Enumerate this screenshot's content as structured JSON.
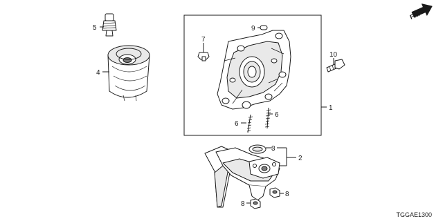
{
  "diagram_code": "TGGAE1300",
  "direction_label": "FR.",
  "callouts": {
    "c1": "1",
    "c2": "2",
    "c3": "3",
    "c4": "4",
    "c5": "5",
    "c6a": "6",
    "c6b": "6",
    "c7": "7",
    "c8a": "8",
    "c8b": "8",
    "c9": "9",
    "c10": "10"
  }
}
